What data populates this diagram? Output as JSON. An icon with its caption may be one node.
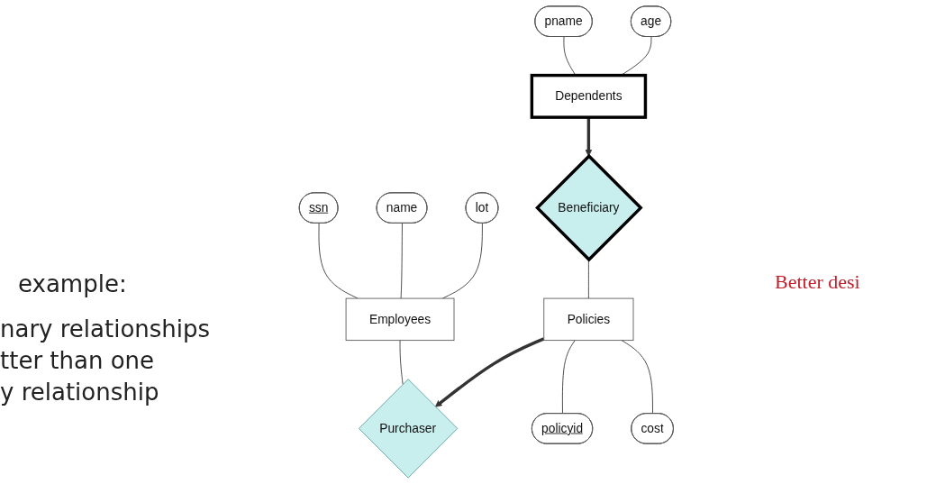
{
  "diagram": {
    "nodes": [
      {
        "text": [
          "ssn"
        ]
      },
      {
        "text": [
          "name"
        ]
      },
      {
        "text": [
          "lot"
        ]
      },
      {
        "text": [
          "pname"
        ]
      },
      {
        "text": [
          "age"
        ]
      },
      {
        "text": [
          "Employees"
        ]
      },
      {
        "text": [
          "Dependents"
        ]
      },
      {
        "text": [
          "Purchaser"
        ]
      },
      {
        "text": [
          "Beneficiary"
        ]
      },
      {
        "text": [
          "Policies"
        ]
      },
      {
        "text": [
          "policyid"
        ]
      },
      {
        "text": [
          "cost"
        ]
      }
    ],
    "edges": [
      {
        "from": 0,
        "to": 5,
        "arrow": "none"
      },
      {
        "from": 1,
        "to": 5,
        "arrow": "none"
      },
      {
        "from": 2,
        "to": 5,
        "arrow": "none"
      },
      {
        "from": 3,
        "to": 6,
        "arrow": "none"
      },
      {
        "from": 4,
        "to": 6,
        "arrow": "none"
      },
      {
        "from": 5,
        "to": 7,
        "arrow": "none"
      },
      {
        "from": 6,
        "to": 8,
        "arrow": "to",
        "style": "thick"
      },
      {
        "from": 9,
        "to": 7,
        "arrow": "to",
        "style": "thick"
      },
      {
        "from": 8,
        "to": 9,
        "arrow": "none"
      },
      {
        "from": 9,
        "to": 10,
        "arrow": "none"
      },
      {
        "from": 9,
        "to": 11,
        "arrow": "none"
      }
    ],
    "labels": [
      "example:",
      "nary relationships",
      "tter than one",
      "y relationship",
      "Better desi"
    ]
  }
}
